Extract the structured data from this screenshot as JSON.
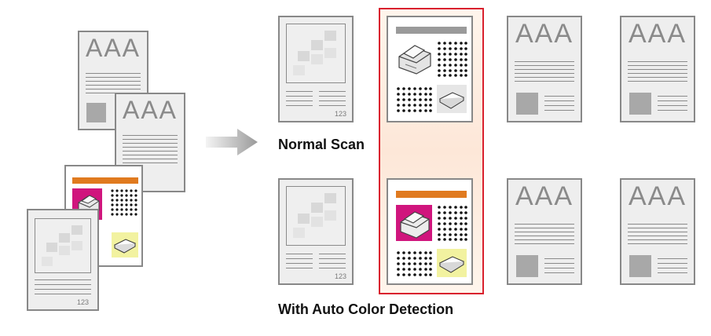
{
  "captions": {
    "normal_scan": "Normal Scan",
    "auto_color": "With Auto Color Detection"
  },
  "page_text": {
    "heading": "AAA",
    "page_number": "123"
  },
  "colors": {
    "highlight_border": "#d9212e",
    "orange_bar": "#e07a1f",
    "magenta_photo": "#d0157d",
    "yellow_photo": "#f2f2a0",
    "gray_bar": "#9a9a9a",
    "arrow": "#a0a0a0"
  },
  "icons": [
    "printer-icon",
    "scanner-icon",
    "arrow-right-icon"
  ]
}
